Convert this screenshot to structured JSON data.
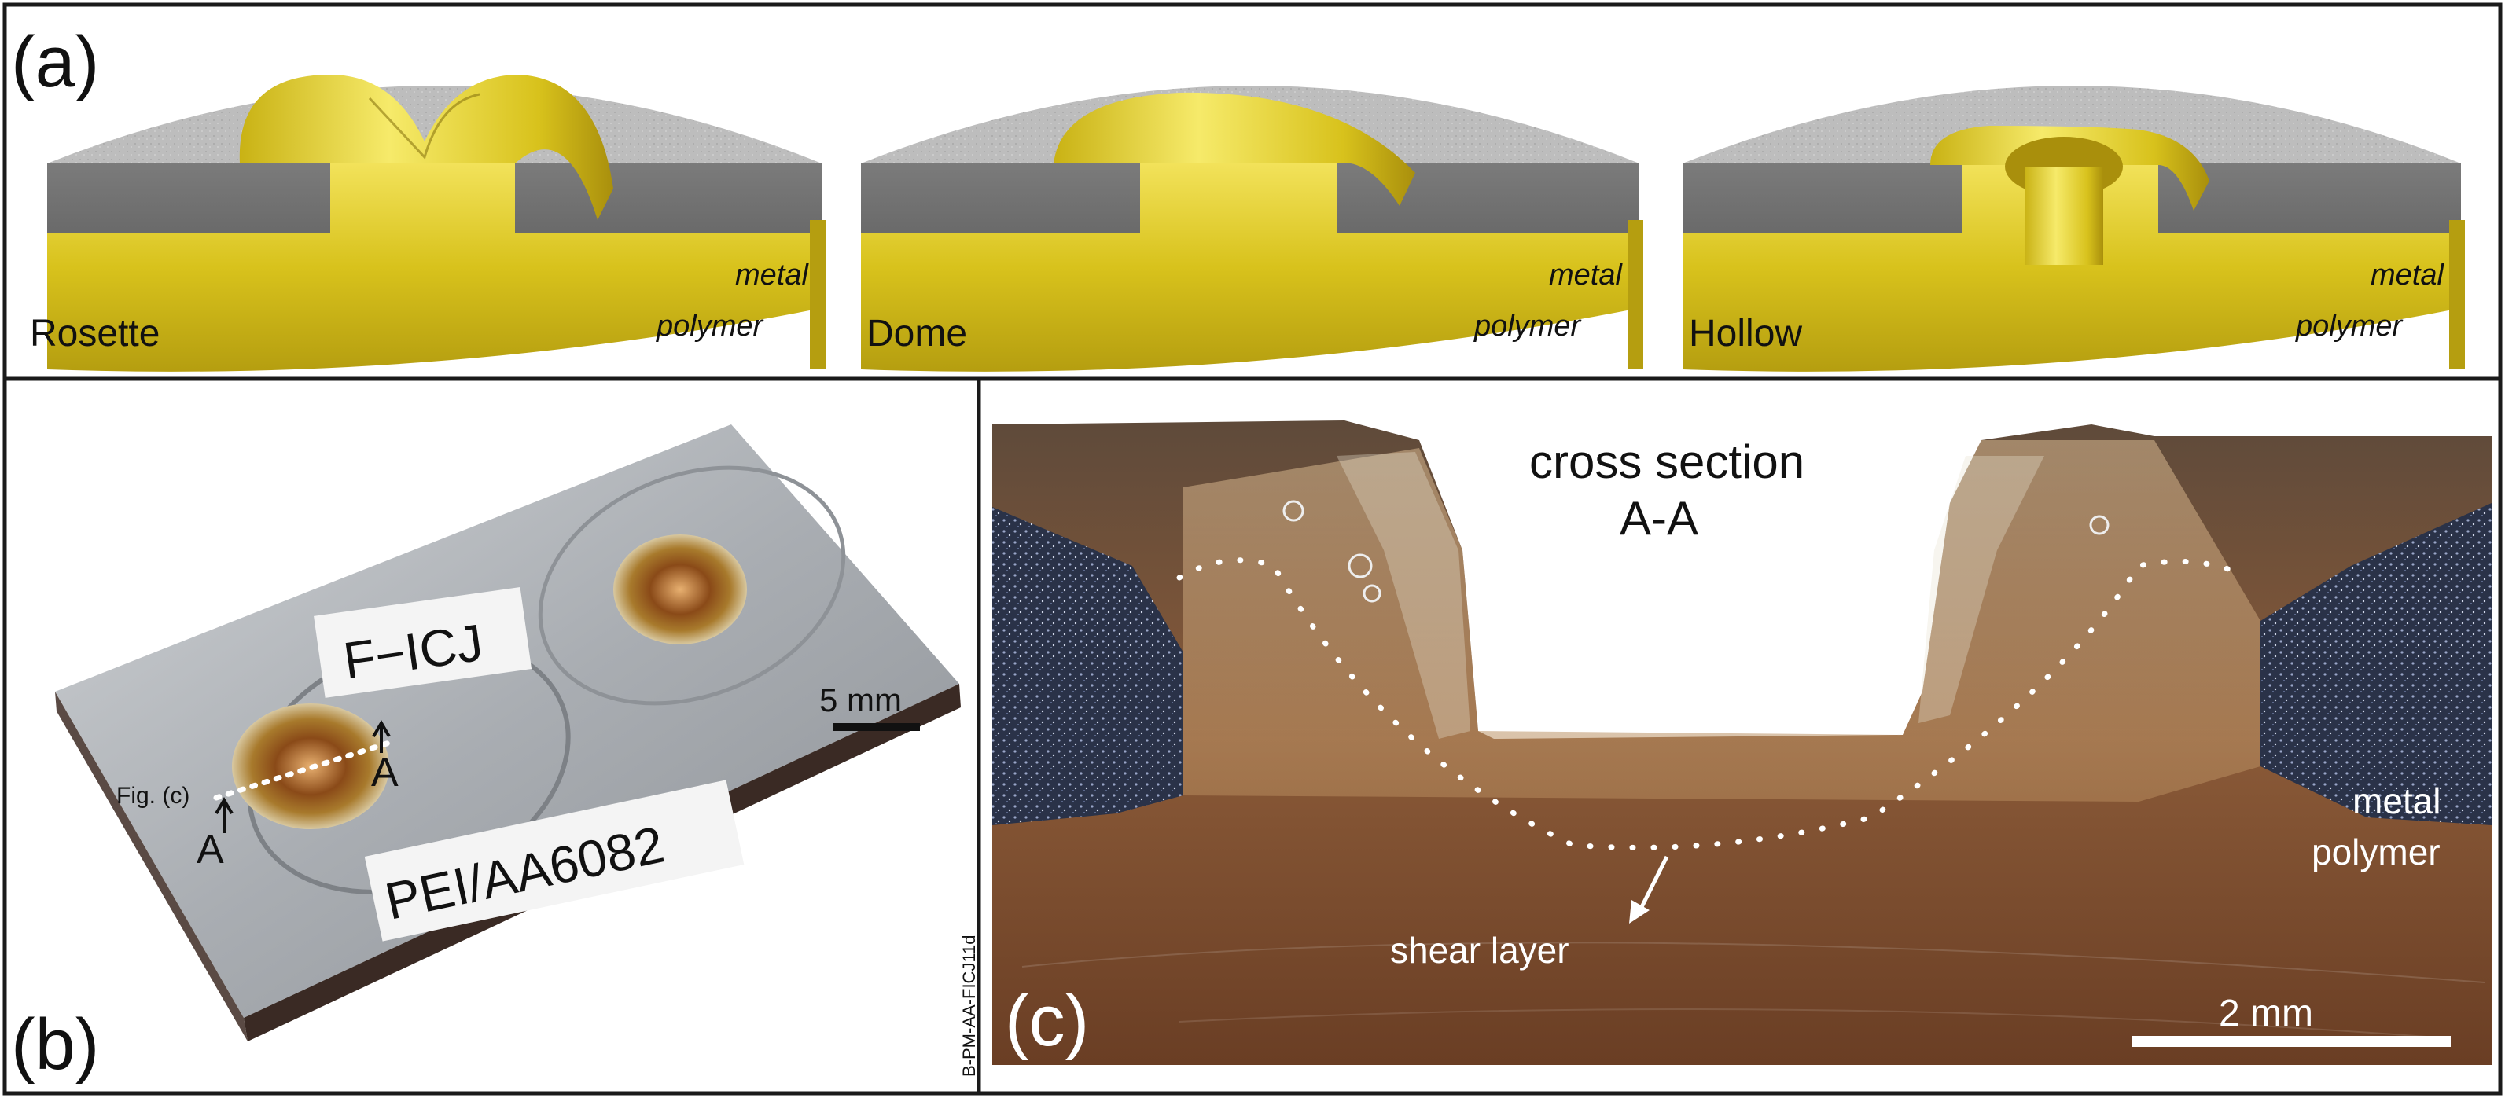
{
  "panel_a": {
    "label": "(a)",
    "items": [
      {
        "name": "Rosette",
        "metal": "metal",
        "polymer": "polymer"
      },
      {
        "name": "Dome",
        "metal": "metal",
        "polymer": "polymer"
      },
      {
        "name": "Hollow",
        "metal": "metal",
        "polymer": "polymer"
      }
    ]
  },
  "panel_b": {
    "label": "(b)",
    "plate_label_1": "F−ICJ",
    "plate_label_2": "PEI/AA6082",
    "scale_bar": "5 mm",
    "fig_ref": "Fig. (c)",
    "section_mark_left": "A",
    "section_mark_right": "A"
  },
  "panel_c": {
    "label": "(c)",
    "title_line1": "cross section",
    "title_line2": "A-A",
    "metal": "metal",
    "polymer": "polymer",
    "shear_layer": "shear layer",
    "scale_bar": "2 mm",
    "sample_id": "B-PM-AA-FICJ11d"
  },
  "colors": {
    "metal_gray": "#8a8a8a",
    "polymer_yellow": "#d9c31a",
    "frame": "#1a1a1a"
  }
}
